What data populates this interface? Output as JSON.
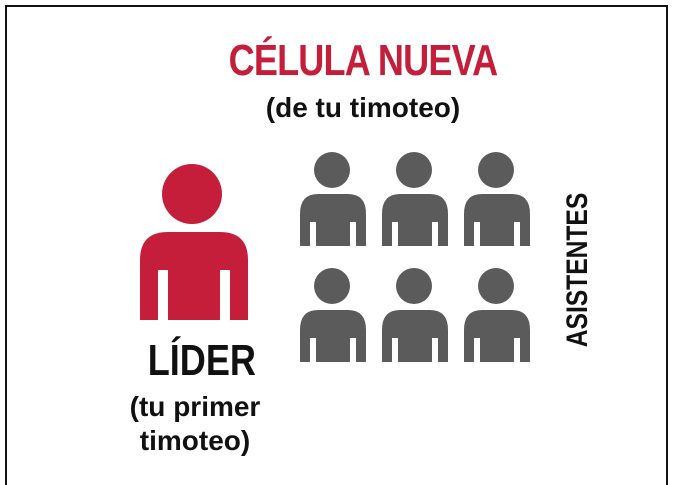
{
  "title": "CÉLULA NUEVA",
  "subtitle": "(de tu timoteo)",
  "leader": {
    "label": "LÍDER",
    "note_line1": "(tu primer",
    "note_line2": "timoteo)"
  },
  "attendees": {
    "label": "ASISTENTES",
    "count": 6
  },
  "colors": {
    "accent": "#c41e3a",
    "person": "#5b5b5b",
    "text": "#111111"
  }
}
